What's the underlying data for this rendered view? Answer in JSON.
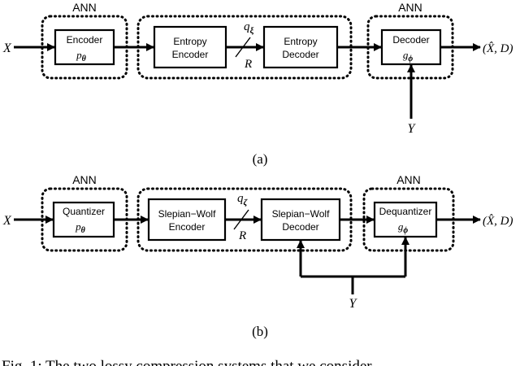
{
  "diagram_a": {
    "ann_left": "ANN",
    "ann_right": "ANN",
    "input": "X",
    "encoder": {
      "line1": "Encoder",
      "param": "p",
      "param_sub": "θ"
    },
    "entropy_encoder": {
      "line1": "Entropy",
      "line2": "Encoder"
    },
    "entropy_decoder": {
      "line1": "Entropy",
      "line2": "Decoder"
    },
    "decoder": {
      "line1": "Decoder",
      "param": "g",
      "param_sub": "ϕ"
    },
    "channel_q": "q",
    "channel_q_sub": "ξ",
    "channel_rate": "R",
    "output": "(X̂, D)",
    "side_info": "Y",
    "caption": "(a)"
  },
  "diagram_b": {
    "ann_left": "ANN",
    "ann_right": "ANN",
    "input": "X",
    "quantizer": {
      "line1": "Quantizer",
      "param": "p",
      "param_sub": "θ"
    },
    "sw_encoder": {
      "line1": "Slepian−Wolf",
      "line2": "Encoder"
    },
    "sw_decoder": {
      "line1": "Slepian−Wolf",
      "line2": "Decoder"
    },
    "dequantizer": {
      "line1": "Dequantizer",
      "param": "g",
      "param_sub": "ϕ"
    },
    "channel_q": "q",
    "channel_q_sub": "ζ",
    "channel_rate": "R",
    "output": "(X̂, D)",
    "side_info": "Y",
    "caption": "(b)"
  },
  "figure_caption": "Fig. 1: The two lossy compression systems that we consider."
}
